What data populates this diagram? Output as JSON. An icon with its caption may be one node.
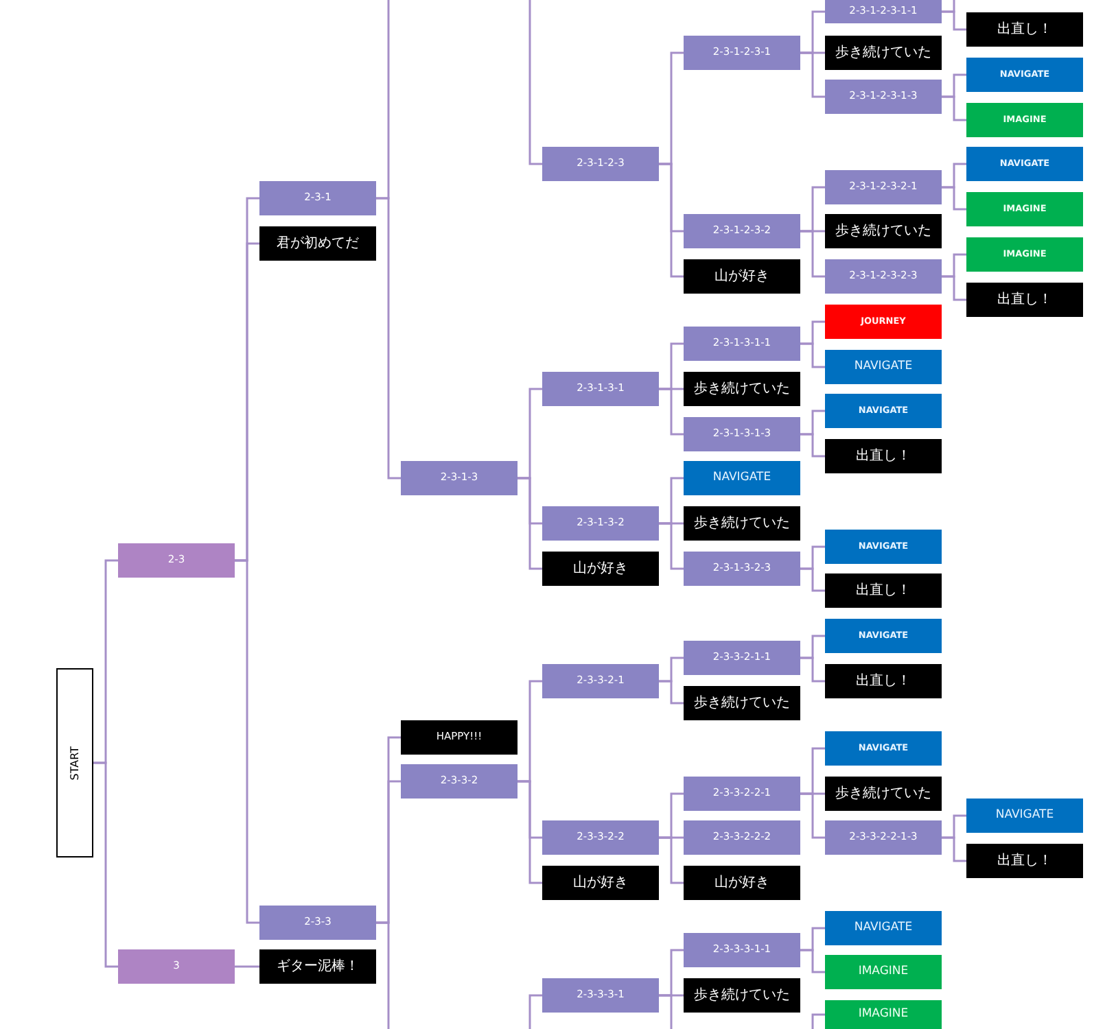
{
  "diagram": {
    "nodes": [
      {
        "text": [
          "START"
        ]
      },
      {
        "text": [
          "2-3"
        ]
      },
      {
        "text": [
          "3"
        ]
      },
      {
        "text": [
          "2-3-1"
        ]
      },
      {
        "text": [
          "君が初めてだ"
        ]
      },
      {
        "text": [
          "2-3-3"
        ]
      },
      {
        "text": [
          "ギター泥棒！"
        ]
      },
      {
        "text": [
          "2-3-1-3"
        ]
      },
      {
        "text": [
          "HAPPY!!!"
        ]
      },
      {
        "text": [
          "2-3-3-2"
        ]
      },
      {
        "text": [
          "2-3-1-2-3"
        ]
      },
      {
        "text": [
          "2-3-1-3-1"
        ]
      },
      {
        "text": [
          "2-3-1-3-2"
        ]
      },
      {
        "text": [
          "山が好き"
        ]
      },
      {
        "text": [
          "2-3-3-2-1"
        ]
      },
      {
        "text": [
          "2-3-3-2-2"
        ]
      },
      {
        "text": [
          "山が好き"
        ]
      },
      {
        "text": [
          "2-3-3-3-1"
        ]
      },
      {
        "text": [
          "2-3-1-2-3-1"
        ]
      },
      {
        "text": [
          "2-3-1-2-3-2"
        ]
      },
      {
        "text": [
          "山が好き"
        ]
      },
      {
        "text": [
          "2-3-1-3-1-1"
        ]
      },
      {
        "text": [
          "歩き続けていた"
        ]
      },
      {
        "text": [
          "2-3-1-3-1-3"
        ]
      },
      {
        "text": [
          "NAVIGATE"
        ]
      },
      {
        "text": [
          "歩き続けていた"
        ]
      },
      {
        "text": [
          "2-3-1-3-2-3"
        ]
      },
      {
        "text": [
          "2-3-3-2-1-1"
        ]
      },
      {
        "text": [
          "歩き続けていた"
        ]
      },
      {
        "text": [
          "2-3-3-2-2-1"
        ]
      },
      {
        "text": [
          "2-3-3-2-2-2"
        ]
      },
      {
        "text": [
          "山が好き"
        ]
      },
      {
        "text": [
          "2-3-3-3-1-1"
        ]
      },
      {
        "text": [
          "歩き続けていた"
        ]
      },
      {
        "text": [
          "2-3-1-2-3-1-1"
        ]
      },
      {
        "text": [
          "歩き続けていた"
        ]
      },
      {
        "text": [
          "2-3-1-2-3-1-3"
        ]
      },
      {
        "text": [
          "2-3-1-2-3-2-1"
        ]
      },
      {
        "text": [
          "歩き続けていた"
        ]
      },
      {
        "text": [
          "2-3-1-2-3-2-3"
        ]
      },
      {
        "text": [
          "JOURNEY"
        ]
      },
      {
        "text": [
          "NAVIGATE"
        ]
      },
      {
        "text": [
          "NAVIGATE"
        ]
      },
      {
        "text": [
          "出直し！"
        ]
      },
      {
        "text": [
          "NAVIGATE"
        ]
      },
      {
        "text": [
          "出直し！"
        ]
      },
      {
        "text": [
          "NAVIGATE"
        ]
      },
      {
        "text": [
          "出直し！"
        ]
      },
      {
        "text": [
          "NAVIGATE"
        ]
      },
      {
        "text": [
          "歩き続けていた"
        ]
      },
      {
        "text": [
          "2-3-3-2-2-1-3"
        ]
      },
      {
        "text": [
          "NAVIGATE"
        ]
      },
      {
        "text": [
          "IMAGINE"
        ]
      },
      {
        "text": [
          "IMAGINE"
        ]
      },
      {
        "text": [
          "出直し！"
        ]
      },
      {
        "text": [
          "NAVIGATE"
        ]
      },
      {
        "text": [
          "IMAGINE"
        ]
      },
      {
        "text": [
          "NAVIGATE"
        ]
      },
      {
        "text": [
          "IMAGINE"
        ]
      },
      {
        "text": [
          "IMAGINE"
        ]
      },
      {
        "text": [
          "出直し！"
        ]
      },
      {
        "text": [
          "NAVIGATE"
        ]
      },
      {
        "text": [
          "出直し！"
        ]
      }
    ],
    "edges": [
      {
        "from": 0,
        "to": 1,
        "arrow": "none"
      },
      {
        "from": 0,
        "to": 2,
        "arrow": "none"
      },
      {
        "from": 1,
        "to": 3,
        "arrow": "none"
      },
      {
        "from": 1,
        "to": 4,
        "arrow": "none"
      },
      {
        "from": 1,
        "to": 5,
        "arrow": "none"
      },
      {
        "from": 2,
        "to": 6,
        "arrow": "none"
      },
      {
        "from": 3,
        "to": null,
        "arrow": "none"
      },
      {
        "from": 3,
        "to": 7,
        "arrow": "none"
      },
      {
        "from": 5,
        "to": 8,
        "arrow": "none"
      },
      {
        "from": 5,
        "to": 9,
        "arrow": "none"
      },
      {
        "from": 5,
        "to": null,
        "arrow": "none"
      },
      {
        "from": null,
        "to": 10,
        "arrow": "none"
      },
      {
        "from": 7,
        "to": 11,
        "arrow": "none"
      },
      {
        "from": 7,
        "to": 12,
        "arrow": "none"
      },
      {
        "from": 7,
        "to": 13,
        "arrow": "none"
      },
      {
        "from": 9,
        "to": 14,
        "arrow": "none"
      },
      {
        "from": 9,
        "to": 15,
        "arrow": "none"
      },
      {
        "from": 9,
        "to": 16,
        "arrow": "none"
      },
      {
        "from": null,
        "to": 17,
        "arrow": "none"
      },
      {
        "from": 10,
        "to": 18,
        "arrow": "none"
      },
      {
        "from": 10,
        "to": 19,
        "arrow": "none"
      },
      {
        "from": 10,
        "to": 20,
        "arrow": "none"
      },
      {
        "from": 11,
        "to": 21,
        "arrow": "none"
      },
      {
        "from": 11,
        "to": 22,
        "arrow": "none"
      },
      {
        "from": 11,
        "to": 23,
        "arrow": "none"
      },
      {
        "from": 12,
        "to": 24,
        "arrow": "none"
      },
      {
        "from": 12,
        "to": 25,
        "arrow": "none"
      },
      {
        "from": 12,
        "to": 26,
        "arrow": "none"
      },
      {
        "from": 14,
        "to": 27,
        "arrow": "none"
      },
      {
        "from": 14,
        "to": 28,
        "arrow": "none"
      },
      {
        "from": 15,
        "to": 29,
        "arrow": "none"
      },
      {
        "from": 15,
        "to": 30,
        "arrow": "none"
      },
      {
        "from": 15,
        "to": 31,
        "arrow": "none"
      },
      {
        "from": 17,
        "to": 32,
        "arrow": "none"
      },
      {
        "from": 17,
        "to": 33,
        "arrow": "none"
      },
      {
        "from": 17,
        "to": null,
        "arrow": "none"
      },
      {
        "from": 18,
        "to": 34,
        "arrow": "none"
      },
      {
        "from": 18,
        "to": 35,
        "arrow": "none"
      },
      {
        "from": 18,
        "to": 36,
        "arrow": "none"
      },
      {
        "from": 19,
        "to": 37,
        "arrow": "none"
      },
      {
        "from": 19,
        "to": 38,
        "arrow": "none"
      },
      {
        "from": 19,
        "to": 39,
        "arrow": "none"
      },
      {
        "from": 21,
        "to": 40,
        "arrow": "none"
      },
      {
        "from": 21,
        "to": 41,
        "arrow": "none"
      },
      {
        "from": 23,
        "to": 42,
        "arrow": "none"
      },
      {
        "from": 23,
        "to": 43,
        "arrow": "none"
      },
      {
        "from": 26,
        "to": 44,
        "arrow": "none"
      },
      {
        "from": 26,
        "to": 45,
        "arrow": "none"
      },
      {
        "from": 27,
        "to": 46,
        "arrow": "none"
      },
      {
        "from": 27,
        "to": 47,
        "arrow": "none"
      },
      {
        "from": 29,
        "to": 48,
        "arrow": "none"
      },
      {
        "from": 29,
        "to": 49,
        "arrow": "none"
      },
      {
        "from": 29,
        "to": 50,
        "arrow": "none"
      },
      {
        "from": 32,
        "to": 51,
        "arrow": "none"
      },
      {
        "from": 32,
        "to": 52,
        "arrow": "none"
      },
      {
        "from": null,
        "to": 53,
        "arrow": "none"
      },
      {
        "from": 34,
        "to": null,
        "arrow": "none"
      },
      {
        "from": 34,
        "to": 54,
        "arrow": "none"
      },
      {
        "from": 36,
        "to": 55,
        "arrow": "none"
      },
      {
        "from": 36,
        "to": 56,
        "arrow": "none"
      },
      {
        "from": 37,
        "to": 57,
        "arrow": "none"
      },
      {
        "from": 37,
        "to": 58,
        "arrow": "none"
      },
      {
        "from": 39,
        "to": 59,
        "arrow": "none"
      },
      {
        "from": 39,
        "to": 60,
        "arrow": "none"
      },
      {
        "from": 50,
        "to": 61,
        "arrow": "none"
      },
      {
        "from": 50,
        "to": 62,
        "arrow": "none"
      }
    ]
  }
}
